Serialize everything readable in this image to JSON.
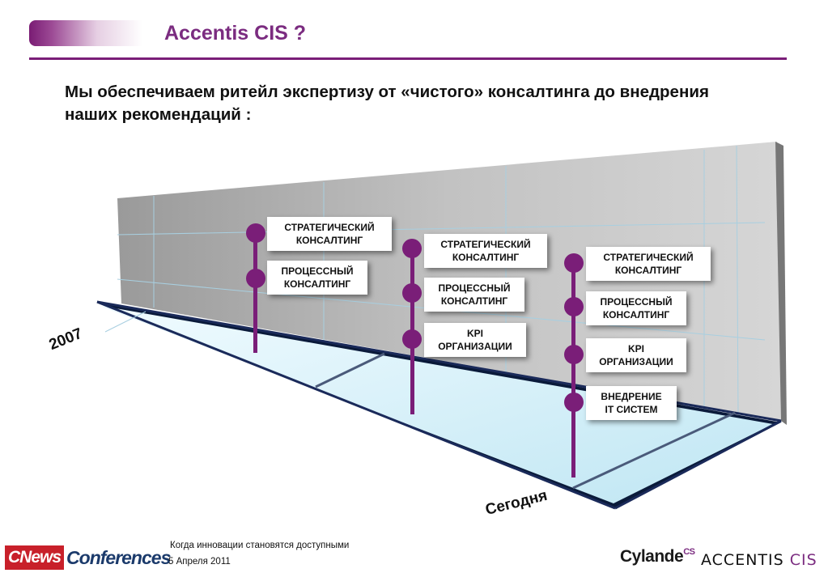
{
  "header": {
    "title": "Accentis CIS ?"
  },
  "intro_text": "Мы обеспечиваем ритейл экспертизу от «чистого» консалтинга до внедрения наших рекомендаций :",
  "timeline": {
    "start_label": "2007",
    "end_label": "Сегодня",
    "milestones": [
      {
        "items": [
          "СТРАТЕГИЧЕСКИЙ\nКОНСАЛТИНГ",
          "ПРОЦЕССНЫЙ\nКОНСАЛТИНГ"
        ]
      },
      {
        "items": [
          "СТРАТЕГИЧЕСКИЙ\nКОНСАЛТИНГ",
          "ПРОЦЕССНЫЙ\nКОНСАЛТИНГ",
          "KPI\nОРГАНИЗАЦИИ"
        ]
      },
      {
        "items": [
          "СТРАТЕГИЧЕСКИЙ\nКОНСАЛТИНГ",
          "ПРОЦЕССНЫЙ\nКОНСАЛТИНГ",
          "KPI\nОРГАНИЗАЦИИ",
          "ВНЕДРЕНИЕ\nIT СИСТЕМ"
        ]
      }
    ],
    "colors": {
      "stem": "#7a1e78",
      "wall": "#bdbdbd",
      "floor": "#d7f0f8",
      "edge": "#1a2a5a"
    }
  },
  "footer": {
    "tagline": "Когда инновации становятся доступными",
    "date": "5 Апреля 2011",
    "cnews_logo_red": "CNews",
    "cnews_logo_text": "Conferences",
    "cylande_logo": "Cylande",
    "cylande_sup": "CS",
    "accentis_logo": "ACCENTIS",
    "accentis_cis": "CIS"
  }
}
